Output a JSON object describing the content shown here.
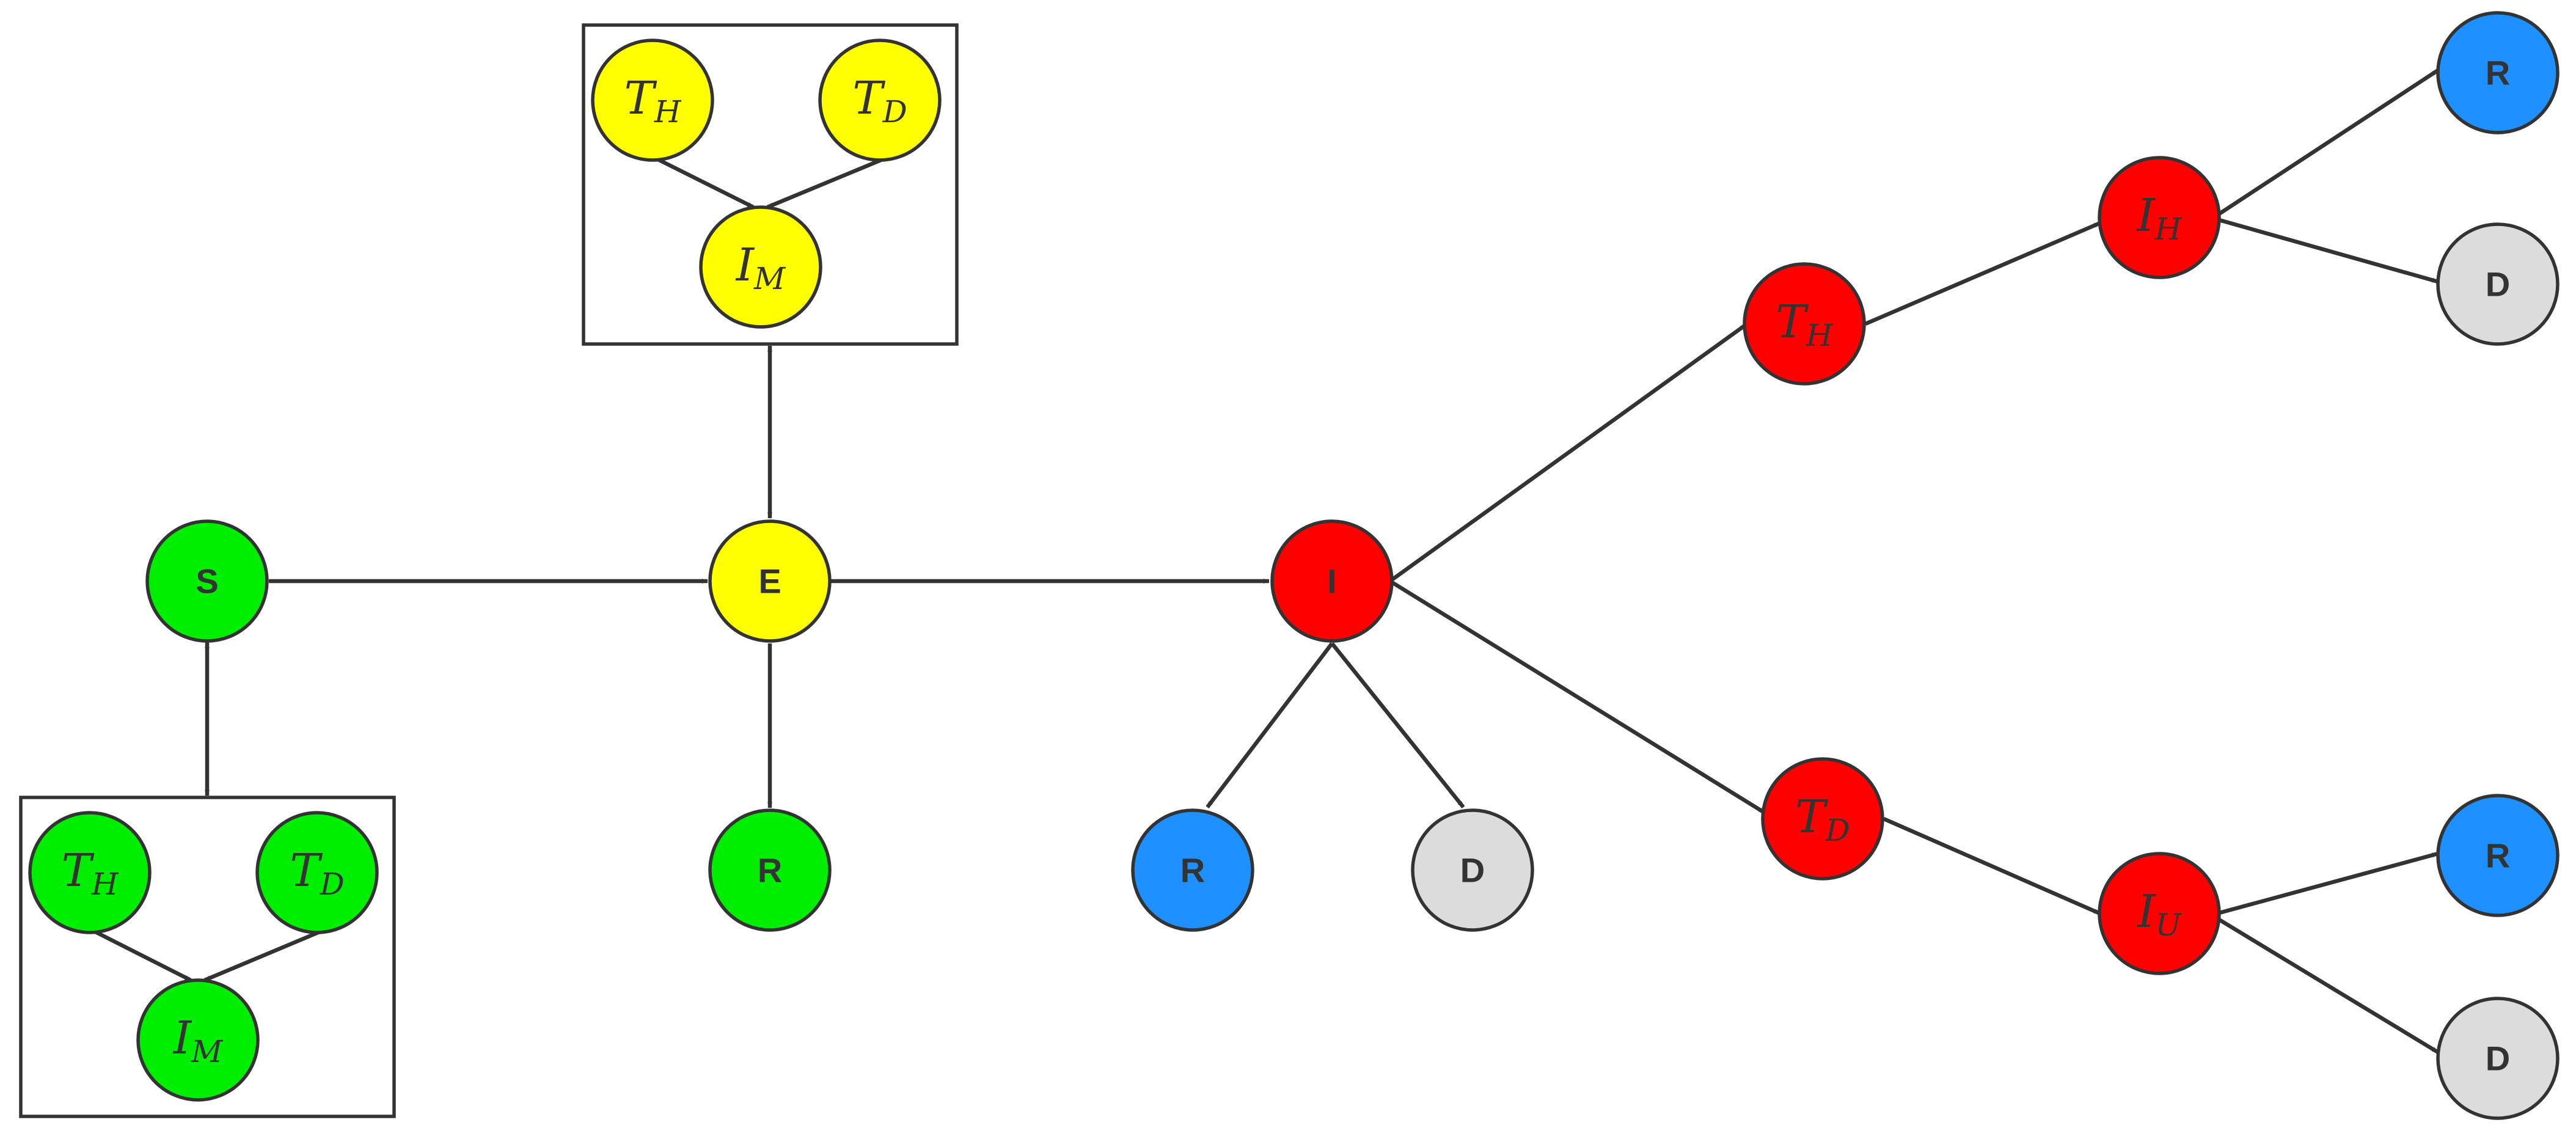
{
  "colors": {
    "green": "#00ee00",
    "yellow": "#ffff00",
    "red": "#ff0000",
    "blue": "#1e90ff",
    "gray": "#dcdcdc",
    "stroke": "#333333"
  },
  "nodes": {
    "s": {
      "label": "S",
      "color": "green"
    },
    "e": {
      "label": "E",
      "color": "yellow"
    },
    "i": {
      "label": "I",
      "color": "red"
    },
    "r_e": {
      "label": "R",
      "color": "green"
    },
    "r_i": {
      "label": "R",
      "color": "blue"
    },
    "d_i": {
      "label": "D",
      "color": "gray"
    },
    "th_red": {
      "main": "T",
      "sub": "H",
      "color": "red"
    },
    "td_red": {
      "main": "T",
      "sub": "D",
      "color": "red"
    },
    "ih_red": {
      "main": "I",
      "sub": "H",
      "color": "red"
    },
    "iu_red": {
      "main": "I",
      "sub": "U",
      "color": "red"
    },
    "r_ih": {
      "label": "R",
      "color": "blue"
    },
    "d_ih": {
      "label": "D",
      "color": "gray"
    },
    "r_iu": {
      "label": "R",
      "color": "blue"
    },
    "d_iu": {
      "label": "D",
      "color": "gray"
    },
    "yellow_th": {
      "main": "T",
      "sub": "H",
      "color": "yellow"
    },
    "yellow_td": {
      "main": "T",
      "sub": "D",
      "color": "yellow"
    },
    "yellow_im": {
      "main": "I",
      "sub": "M",
      "color": "yellow"
    },
    "green_th": {
      "main": "T",
      "sub": "H",
      "color": "green"
    },
    "green_td": {
      "main": "T",
      "sub": "D",
      "color": "green"
    },
    "green_im": {
      "main": "I",
      "sub": "M",
      "color": "green"
    }
  },
  "edges": [
    {
      "from": "s",
      "to": "e"
    },
    {
      "from": "e",
      "to": "i"
    },
    {
      "from": "e",
      "to": "r_e"
    },
    {
      "from": "i",
      "to": "r_i"
    },
    {
      "from": "i",
      "to": "d_i"
    },
    {
      "from": "i",
      "to": "th_red"
    },
    {
      "from": "i",
      "to": "td_red"
    },
    {
      "from": "th_red",
      "to": "ih_red"
    },
    {
      "from": "td_red",
      "to": "iu_red"
    },
    {
      "from": "ih_red",
      "to": "r_ih"
    },
    {
      "from": "ih_red",
      "to": "d_ih"
    },
    {
      "from": "iu_red",
      "to": "r_iu"
    },
    {
      "from": "iu_red",
      "to": "d_iu"
    },
    {
      "from": "yellow_th",
      "to": "yellow_im"
    },
    {
      "from": "yellow_td",
      "to": "yellow_im"
    },
    {
      "from": "green_th",
      "to": "green_im"
    },
    {
      "from": "green_td",
      "to": "green_im"
    },
    {
      "from": "e",
      "to": "yellow_box",
      "bidirectional": true
    },
    {
      "from": "s",
      "to": "green_box",
      "bidirectional": true
    }
  ]
}
